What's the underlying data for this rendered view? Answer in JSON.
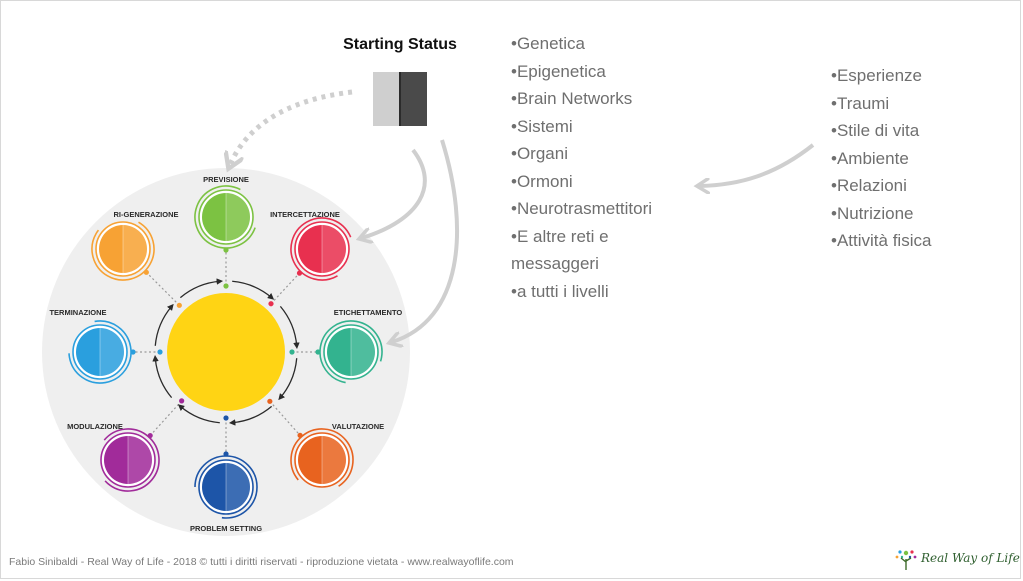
{
  "title": "Starting Status",
  "list_left": [
    "•Genetica",
    "•Epigenetica",
    "•Brain Networks",
    "•Sistemi",
    "•Organi",
    "•Ormoni",
    "•Neurotrasmettitori",
    "•E altre reti e",
    "messaggeri",
    "•a tutti i livelli"
  ],
  "list_right": [
    "•Esperienze",
    "•Traumi",
    "•Stile di vita",
    "•Ambiente",
    "•Relazioni",
    "•Nutrizione",
    "•Attività fisica"
  ],
  "cycle": [
    {
      "label": "PREVISIONE",
      "color": "#7cc242"
    },
    {
      "label": "INTERCETTAZIONE",
      "color": "#e8304f"
    },
    {
      "label": "ETICHETTAMENTO",
      "color": "#33b38f"
    },
    {
      "label": "VALUTAZIONE",
      "color": "#e8631f"
    },
    {
      "label": "PROBLEM SETTING",
      "color": "#1d55a8"
    },
    {
      "label": "MODULAZIONE",
      "color": "#a12b9a"
    },
    {
      "label": "TERMINAZIONE",
      "color": "#2a9fde"
    },
    {
      "label": "RI-GENERAZIONE",
      "color": "#f7a234"
    }
  ],
  "center_color": "#ffd414",
  "footer": "Fabio Sinibaldi - Real Way of Life - 2018 © tutti i diritti riservati - riproduzione vietata - www.realwayoflife.com",
  "logo": {
    "text": "Real Way of Life",
    "icon": "tree-logo-icon"
  }
}
